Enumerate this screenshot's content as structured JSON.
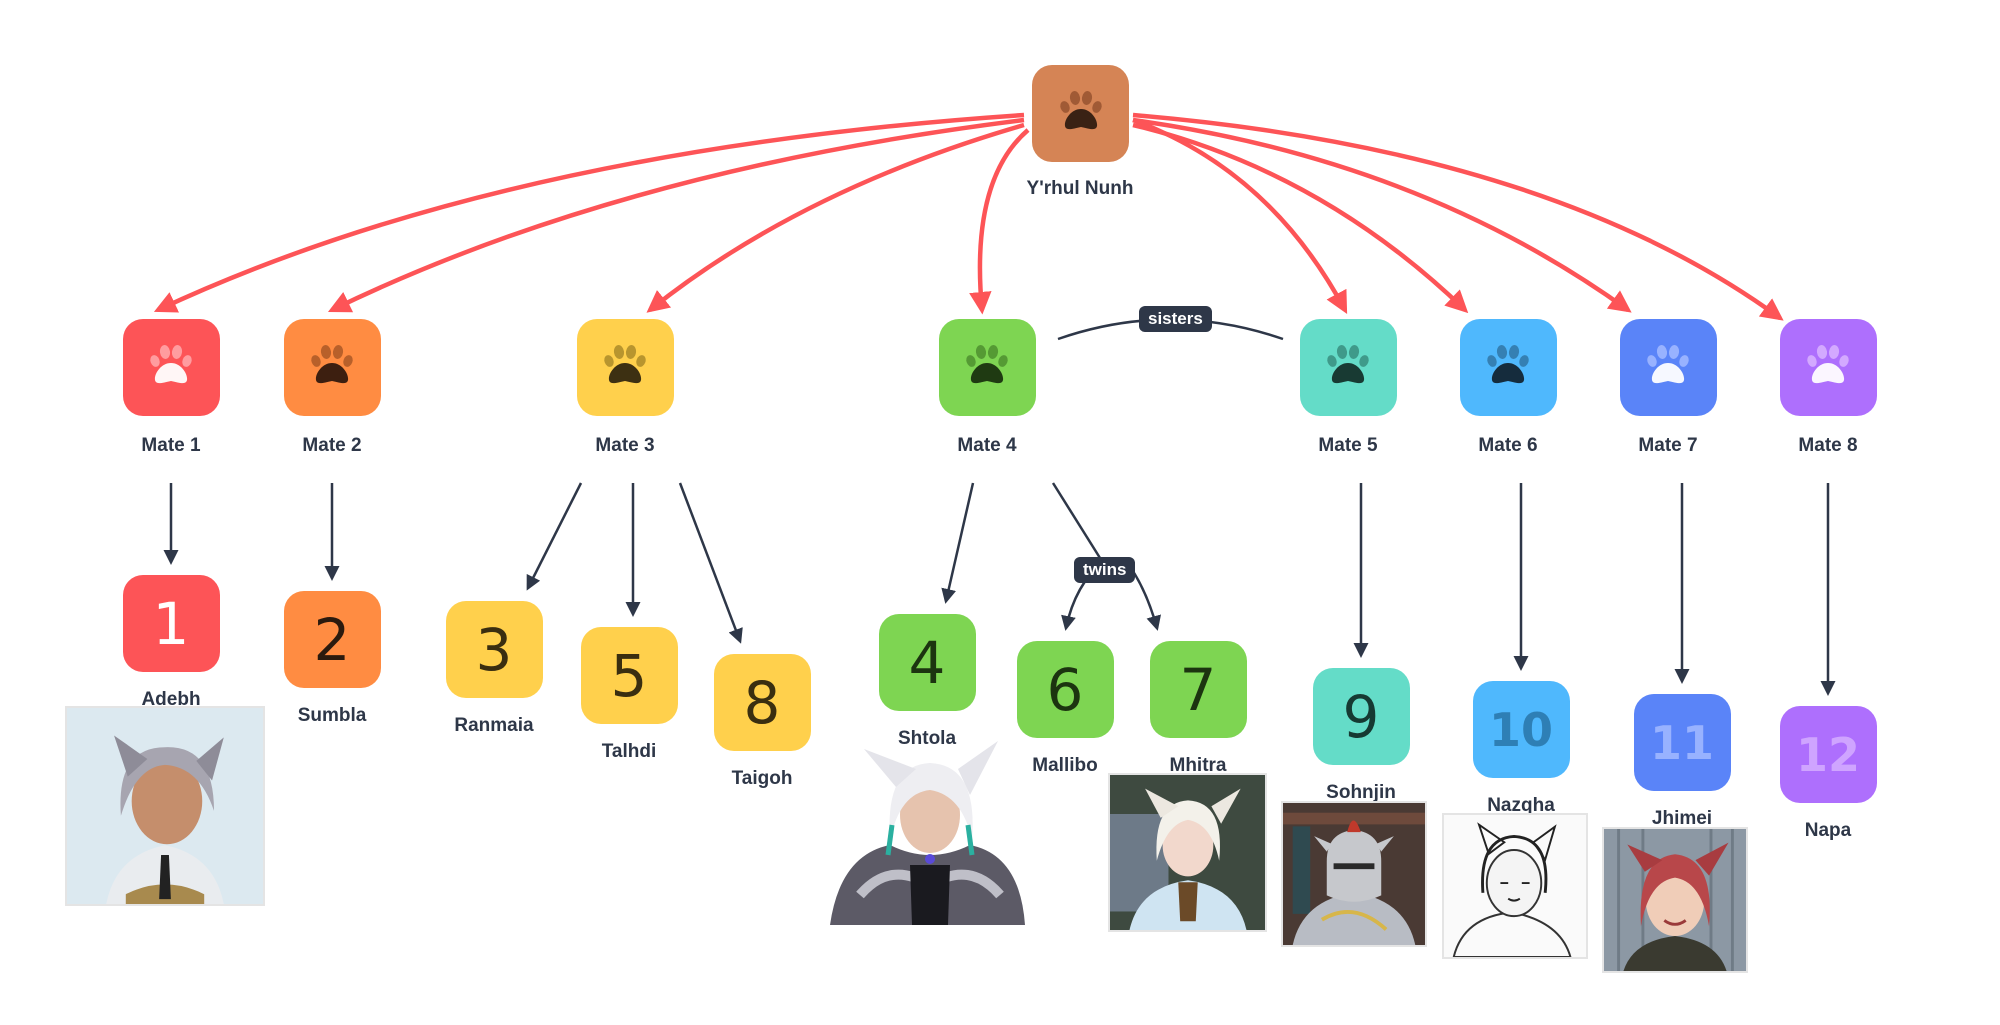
{
  "root": {
    "name": "Y'rhul Nunh",
    "color": "#d58455",
    "paw_toes": "#a05a35",
    "paw_pad": "#3a2214"
  },
  "mates": [
    {
      "label": "Mate 1",
      "color": "#fd5457",
      "paw_toes": "#ff9c9f",
      "paw_pad": "#fff6f6"
    },
    {
      "label": "Mate 2",
      "color": "#ff8c42",
      "paw_toes": "#b8602a",
      "paw_pad": "#3d1f10"
    },
    {
      "label": "Mate 3",
      "color": "#ffd04c",
      "paw_toes": "#b8952e",
      "paw_pad": "#3d3012"
    },
    {
      "label": "Mate 4",
      "color": "#7ed552",
      "paw_toes": "#559a34",
      "paw_pad": "#1f3a12"
    },
    {
      "label": "Mate 5",
      "color": "#64dcc8",
      "paw_toes": "#3f9a8a",
      "paw_pad": "#183a33"
    },
    {
      "label": "Mate 6",
      "color": "#4fb8fd",
      "paw_toes": "#3580b3",
      "paw_pad": "#152c3d"
    },
    {
      "label": "Mate 7",
      "color": "#5a84f8",
      "paw_toes": "#98b2ff",
      "paw_pad": "#f6f8ff"
    },
    {
      "label": "Mate 8",
      "color": "#ae6ffd",
      "paw_toes": "#d3a9ff",
      "paw_pad": "#fbf6ff"
    }
  ],
  "children": [
    {
      "number": "1",
      "name": "Adebh",
      "color": "#fd5457",
      "num_color": "#ffffff",
      "bold": false,
      "mate": 1,
      "photo": "Adebh portrait"
    },
    {
      "number": "2",
      "name": "Sumbla",
      "color": "#ff8c42",
      "num_color": "#2b1a0e",
      "bold": false,
      "mate": 2
    },
    {
      "number": "3",
      "name": "Ranmaia",
      "color": "#ffd04c",
      "num_color": "#3a2e10",
      "bold": false,
      "mate": 3
    },
    {
      "number": "5",
      "name": "Talhdi",
      "color": "#ffd04c",
      "num_color": "#3a2e10",
      "bold": false,
      "mate": 3
    },
    {
      "number": "8",
      "name": "Taigoh",
      "color": "#ffd04c",
      "num_color": "#3a2e10",
      "bold": false,
      "mate": 3
    },
    {
      "number": "4",
      "name": "Shtola",
      "color": "#7ed552",
      "num_color": "#1c3410",
      "bold": false,
      "mate": 4,
      "photo": "Shtola portrait"
    },
    {
      "number": "6",
      "name": "Mallibo",
      "color": "#7ed552",
      "num_color": "#1c3410",
      "bold": false,
      "mate": 4
    },
    {
      "number": "7",
      "name": "Mhitra",
      "color": "#7ed552",
      "num_color": "#1c3410",
      "bold": false,
      "mate": 4,
      "photo": "Mhitra portrait"
    },
    {
      "number": "9",
      "name": "Sohnjin",
      "color": "#64dcc8",
      "num_color": "#163a33",
      "bold": false,
      "mate": 5,
      "photo": "Sohnjin portrait"
    },
    {
      "number": "10",
      "name": "Nazqha",
      "color": "#4fb8fd",
      "num_color": "#2e7fb5",
      "bold": true,
      "mate": 6,
      "photo": "Nazqha sketch"
    },
    {
      "number": "11",
      "name": "Jhimei",
      "color": "#5a84f8",
      "num_color": "#98b2ff",
      "bold": true,
      "mate": 7,
      "photo": "Jhimei portrait"
    },
    {
      "number": "12",
      "name": "Napa",
      "color": "#ae6ffd",
      "num_color": "#cfa4ff",
      "bold": true,
      "mate": 8
    }
  ],
  "relations": {
    "sisters": "sisters",
    "twins": "twins"
  },
  "colors": {
    "root_edge": "#fd5457",
    "child_edge": "#2e3748",
    "label_text": "#2e3748"
  }
}
